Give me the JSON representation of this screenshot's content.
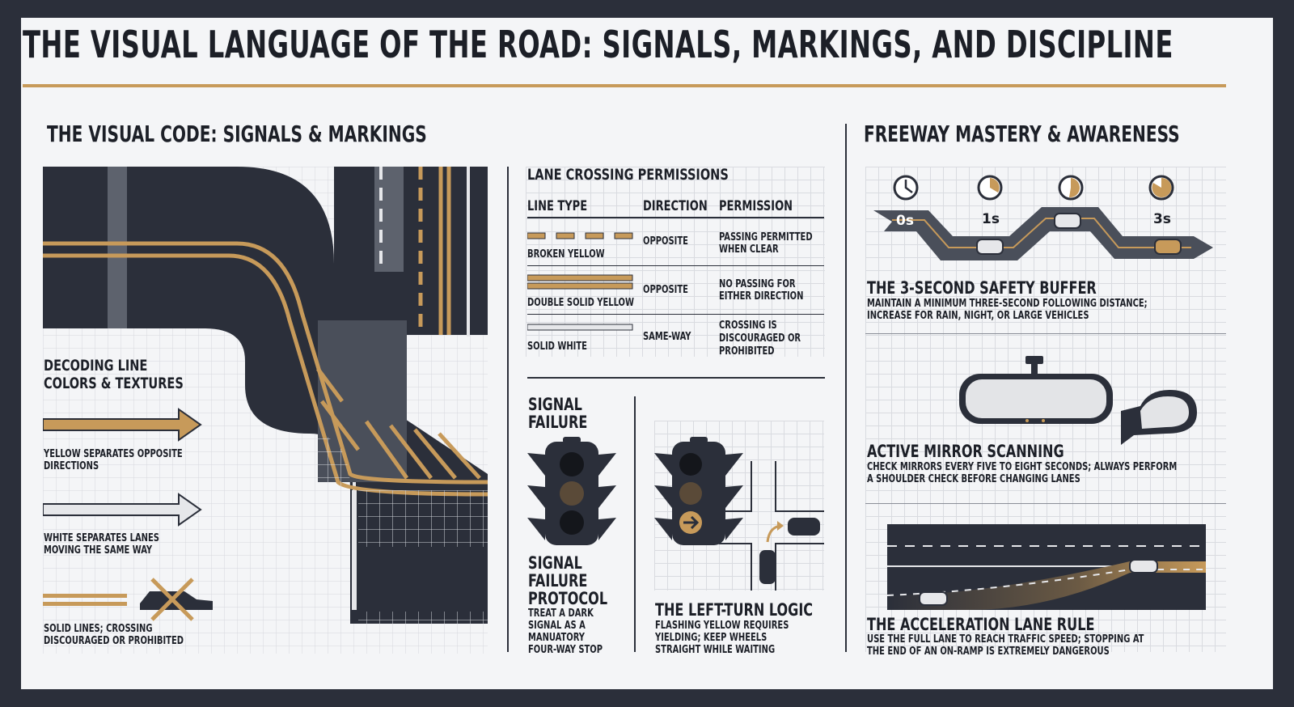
{
  "title": "THE VISUAL LANGUAGE OF THE ROAD: SIGNALS, MARKINGS, AND DISCIPLINE",
  "left": {
    "section_title": "THE VISUAL CODE: SIGNALS & MARKINGS",
    "decoding_title": "DECODING LINE COLORS & TEXTURES",
    "decoding_lines": [
      "DECODING LINE",
      "COLORS & TEXTURES"
    ],
    "yellow_caption": [
      "YELLOW SEPARATES OPPOSITE",
      "DIRECTIONS"
    ],
    "white_caption": [
      "WHITE SEPARATES LANES",
      "MOVING THE SAME WAY"
    ],
    "solid_caption": [
      "SOLID LINES; CROSSING",
      "DISCOURAGED OR PROHIBITED"
    ]
  },
  "lane_table": {
    "title": "LANE CROSSING PERMISSIONS",
    "headers": [
      "LINE TYPE",
      "DIRECTION",
      "PERMISSION"
    ],
    "rows": [
      {
        "line_type": "BROKEN YELLOW",
        "direction": "OPPOSITE",
        "permission": [
          "PASSING PERMITTED",
          "WHEN CLEAR"
        ]
      },
      {
        "line_type": "DOUBLE SOLID YELLOW",
        "direction": "OPPOSITE",
        "permission": [
          "NO PASSING FOR",
          "EITHER DIRECTION"
        ]
      },
      {
        "line_type": "SOLID WHITE",
        "direction": "SAME-WAY",
        "permission": [
          "CROSSING IS",
          "DISCOURAGED OR",
          "PROHIBITED"
        ]
      }
    ]
  },
  "signal": {
    "failure_title": [
      "SIGNAL",
      "FAILURE"
    ],
    "protocol_title": [
      "SIGNAL",
      "FAILURE",
      "PROTOCOL"
    ],
    "protocol_text": [
      "TREAT A DARK",
      "SIGNAL AS A",
      "MANUATORY",
      "FOUR-WAY STOP"
    ],
    "left_turn_title": "THE LEFT-TURN LOGIC",
    "left_turn_text": [
      "FLASHING YELLOW REQUIRES",
      "YIELDING; KEEP WHEELS",
      "STRAIGHT WHILE WAITING"
    ]
  },
  "right": {
    "section_title": "FREEWAY MASTERY & AWARENESS",
    "timeline_labels": [
      "0s",
      "1s",
      "3s"
    ],
    "buffer_title": "THE 3-SECOND SAFETY BUFFER",
    "buffer_text": [
      "MAINTAIN A MINIMUM THREE-SECOND FOLLOWING DISTANCE;",
      "INCREASE FOR RAIN, NIGHT, OR LARGE VEHICLES"
    ],
    "mirror_title": "ACTIVE MIRROR SCANNING",
    "mirror_text": [
      "CHECK MIRRORS EVERY FIVE TO EIGHT SECONDS; ALWAYS PERFORM",
      "A SHOULDER CHECK BEFORE CHANGING LANES"
    ],
    "accel_title": "THE ACCELERATION LANE RULE",
    "accel_text": [
      "USE THE FULL LANE TO REACH TRAFFIC SPEED; STOPPING AT",
      "THE END OF AN ON-RAMP IS EXTREMELY DANGEROUS"
    ]
  },
  "colors": {
    "gold": "#c79a5a",
    "dark": "#2b2f3a",
    "white_line": "#e6e7ea"
  }
}
